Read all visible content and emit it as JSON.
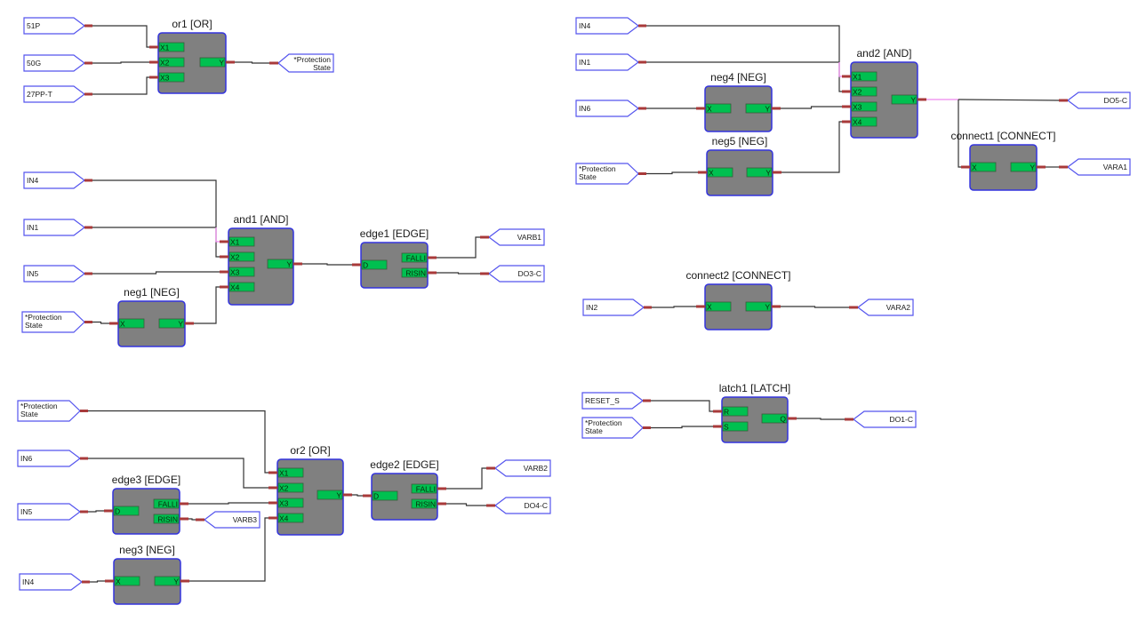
{
  "colors": {
    "block_fill": "#808080",
    "block_border": "#3333dd",
    "pin_fill": "#00c050",
    "pin_border": "#3a5a3a",
    "stub": "#a83a3a",
    "wire": "#333333",
    "wire_highlight": "#ee88ee",
    "io_border": "#5555ee",
    "io_fill": "#ffffff"
  },
  "blocks": [
    {
      "id": "or1",
      "title": "or1  [OR]",
      "inputs": [
        "X1",
        "X2",
        "X3"
      ],
      "outputs": [
        "Y"
      ]
    },
    {
      "id": "and1",
      "title": "and1  [AND]",
      "inputs": [
        "X1",
        "X2",
        "X3",
        "X4"
      ],
      "outputs": [
        "Y"
      ]
    },
    {
      "id": "neg1",
      "title": "neg1  [NEG]",
      "inputs": [
        "X"
      ],
      "outputs": [
        "Y"
      ]
    },
    {
      "id": "edge1",
      "title": "edge1  [EDGE]",
      "inputs": [
        "D"
      ],
      "outputs": [
        "FALLI",
        "RISIN"
      ]
    },
    {
      "id": "or2",
      "title": "or2  [OR]",
      "inputs": [
        "X1",
        "X2",
        "X3",
        "X4"
      ],
      "outputs": [
        "Y"
      ]
    },
    {
      "id": "edge2",
      "title": "edge2  [EDGE]",
      "inputs": [
        "D"
      ],
      "outputs": [
        "FALLI",
        "RISIN"
      ]
    },
    {
      "id": "edge3",
      "title": "edge3  [EDGE]",
      "inputs": [
        "D"
      ],
      "outputs": [
        "FALLI",
        "RISIN"
      ]
    },
    {
      "id": "neg3",
      "title": "neg3  [NEG]",
      "inputs": [
        "X"
      ],
      "outputs": [
        "Y"
      ]
    },
    {
      "id": "and2",
      "title": "and2  [AND]",
      "inputs": [
        "X1",
        "X2",
        "X3",
        "X4"
      ],
      "outputs": [
        "Y"
      ]
    },
    {
      "id": "neg4",
      "title": "neg4  [NEG]",
      "inputs": [
        "X"
      ],
      "outputs": [
        "Y"
      ]
    },
    {
      "id": "neg5",
      "title": "neg5  [NEG]",
      "inputs": [
        "X"
      ],
      "outputs": [
        "Y"
      ]
    },
    {
      "id": "connect1",
      "title": "connect1  [CONNECT]",
      "inputs": [
        "X"
      ],
      "outputs": [
        "Y"
      ]
    },
    {
      "id": "connect2",
      "title": "connect2  [CONNECT]",
      "inputs": [
        "X"
      ],
      "outputs": [
        "Y"
      ]
    },
    {
      "id": "latch1",
      "title": "latch1  [LATCH]",
      "inputs": [
        "R",
        "S"
      ],
      "outputs": [
        "Q"
      ]
    }
  ],
  "inputs": [
    {
      "id": "in_51p",
      "lines": [
        "51P"
      ]
    },
    {
      "id": "in_50g",
      "lines": [
        "50G"
      ]
    },
    {
      "id": "in_27ppt",
      "lines": [
        "27PP-T"
      ]
    },
    {
      "id": "in_in4_a",
      "lines": [
        "IN4"
      ]
    },
    {
      "id": "in_in1_a",
      "lines": [
        "IN1"
      ]
    },
    {
      "id": "in_in5_a",
      "lines": [
        "IN5"
      ]
    },
    {
      "id": "in_ps_a",
      "lines": [
        "*Protection",
        "State"
      ]
    },
    {
      "id": "in_ps_b",
      "lines": [
        "*Protection",
        "State"
      ]
    },
    {
      "id": "in_in6_b",
      "lines": [
        "IN6"
      ]
    },
    {
      "id": "in_in5_b",
      "lines": [
        "IN5"
      ]
    },
    {
      "id": "in_in4_b",
      "lines": [
        "IN4"
      ]
    },
    {
      "id": "in_in4_c",
      "lines": [
        "IN4"
      ]
    },
    {
      "id": "in_in1_c",
      "lines": [
        "IN1"
      ]
    },
    {
      "id": "in_in6_c",
      "lines": [
        "IN6"
      ]
    },
    {
      "id": "in_ps_c",
      "lines": [
        "*Protection",
        "State"
      ]
    },
    {
      "id": "in_in2",
      "lines": [
        "IN2"
      ]
    },
    {
      "id": "in_reset",
      "lines": [
        "RESET_S"
      ]
    },
    {
      "id": "in_ps_d",
      "lines": [
        "*Protection",
        "State"
      ]
    }
  ],
  "outputs": [
    {
      "id": "out_ps",
      "lines": [
        "*Protection",
        "State"
      ]
    },
    {
      "id": "out_varb1",
      "lines": [
        "VARB1"
      ]
    },
    {
      "id": "out_do3",
      "lines": [
        "DO3-C"
      ]
    },
    {
      "id": "out_varb2",
      "lines": [
        "VARB2"
      ]
    },
    {
      "id": "out_do4",
      "lines": [
        "DO4-C"
      ]
    },
    {
      "id": "out_varb3",
      "lines": [
        "VARB3"
      ]
    },
    {
      "id": "out_do5",
      "lines": [
        "DO5-C"
      ]
    },
    {
      "id": "out_vara1",
      "lines": [
        "VARA1"
      ]
    },
    {
      "id": "out_vara2",
      "lines": [
        "VARA2"
      ]
    },
    {
      "id": "out_do1",
      "lines": [
        "DO1-C"
      ]
    }
  ]
}
